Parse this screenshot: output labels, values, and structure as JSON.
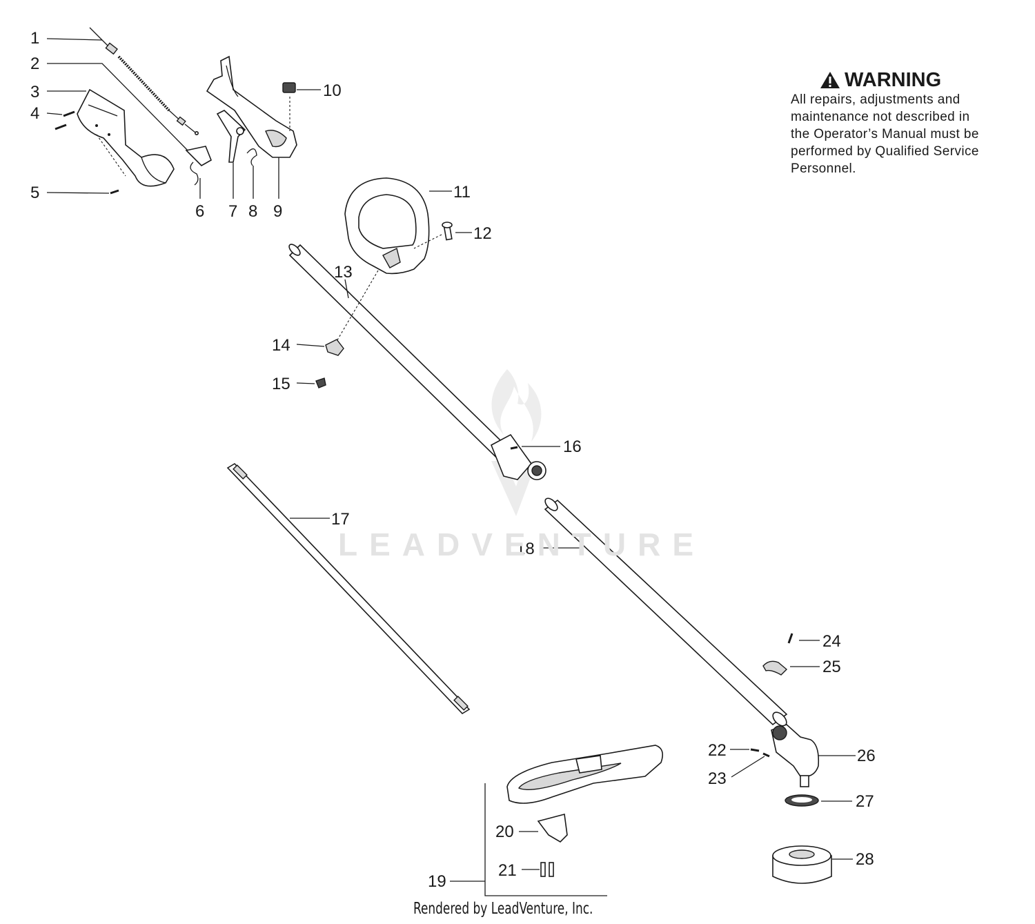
{
  "warning": {
    "title": "WARNING",
    "body": "All repairs, adjustments and\nmaintenance not described in\nthe Operator’s Manual must be\nperformed by Qualified Service\nPersonnel."
  },
  "watermark": "LEADVENTURE",
  "footer": "Rendered by LeadVenture, Inc.",
  "callouts": [
    "1",
    "2",
    "3",
    "4",
    "5",
    "6",
    "7",
    "8",
    "9",
    "10",
    "11",
    "12",
    "13",
    "14",
    "15",
    "16",
    "17",
    "18",
    "19",
    "20",
    "21",
    "22",
    "23",
    "24",
    "25",
    "26",
    "27",
    "28"
  ],
  "icons": {
    "warning": "warning-triangle-icon",
    "watermark": "flame-logo-icon"
  }
}
